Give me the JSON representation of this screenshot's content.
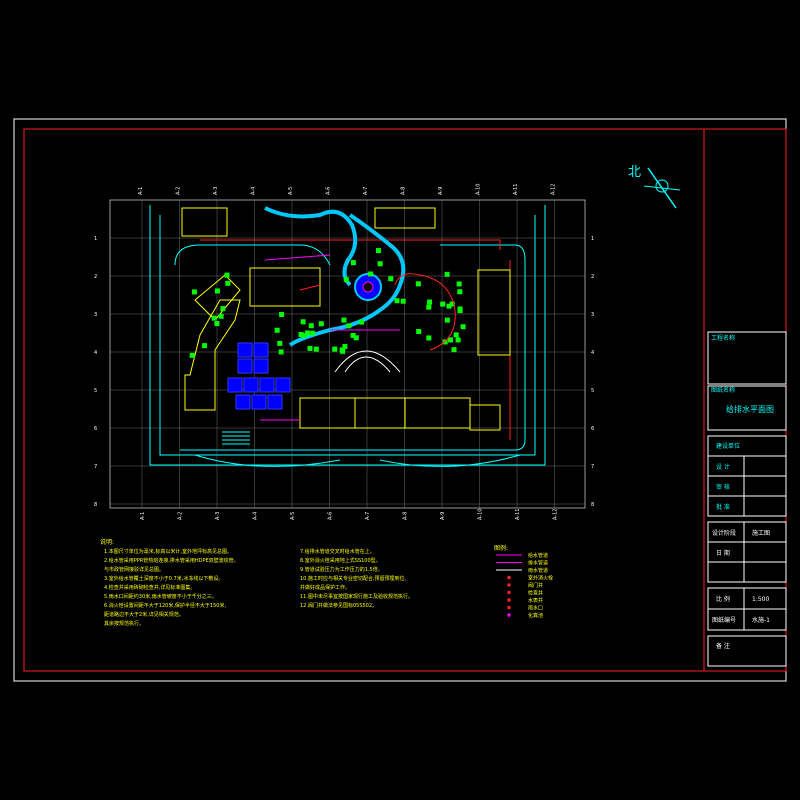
{
  "north_label": "北",
  "title_block": {
    "project_header": "工程名称",
    "drawing_header": "图纸名称",
    "drawing_name": "给排水平面图",
    "designer_unit": "建设单位",
    "stage_label": "施工图",
    "scale_value": "1:500",
    "drawing_no": "水施-1",
    "remarks_label": "备 注",
    "row_labels": [
      "设 计",
      "审 核",
      "批 准",
      "设计阶段",
      "日 期",
      "比 例",
      "图纸编号"
    ]
  },
  "notes": {
    "heading": "说明:",
    "left": [
      "1.本图尺寸单位为毫米,标高以米计,室外地坪标高见总图。",
      "2.给水管采用PPR管热熔连接,排水管采用HDPE双壁波纹管。",
      "  与市政管网接驳详见总图。",
      "3.室外给水管覆土深度不小于0.7米,冰冻线以下敷设。",
      "4.检查井采用砖砌检查井,详见标准图集。",
      "5.雨水口间距约30米,雨水管坡度不小于千分之三。",
      "6.消火栓设置间距不大于120米,保护半径不大于150米,",
      "  距道路边不大于2米,详见相关规范。",
      "  其余按规范执行。"
    ],
    "right": [
      "7.给排水管道交叉时给水管在上。",
      "8.室外消火栓采用地上式SS100型。",
      "9.管道试验压力为工作压力的1.5倍。",
      "10.施工时应与相关专业密切配合,预留预埋到位,",
      "   并做好成品保护工作。",
      "11.图中未尽事宜按国家现行施工及验收规范执行。",
      "12.阀门井做法参见国标05S502。"
    ]
  },
  "legend": {
    "heading": "图例:",
    "items": [
      {
        "label": "给水管道",
        "color": "#ff00ff",
        "kind": "line"
      },
      {
        "label": "排水管道",
        "color": "#ff00ff",
        "kind": "line"
      },
      {
        "label": "雨水管道",
        "color": "#ffffff",
        "kind": "line"
      },
      {
        "label": "室外消火栓",
        "color": "#ff2020",
        "kind": "dot"
      },
      {
        "label": "阀门井",
        "color": "#ff2020",
        "kind": "dot"
      },
      {
        "label": "检查井",
        "color": "#ff2020",
        "kind": "dot"
      },
      {
        "label": "水表井",
        "color": "#ff2020",
        "kind": "dot"
      },
      {
        "label": "雨水口",
        "color": "#ff2020",
        "kind": "dot"
      },
      {
        "label": "化粪池",
        "color": "#ff00ff",
        "kind": "dot"
      }
    ]
  },
  "axis_labels_top": [
    "A-1",
    "A-2",
    "A-3",
    "A-4",
    "A-5",
    "A-6",
    "A-7",
    "A-8",
    "A-9",
    "A-10",
    "A-11",
    "A-12"
  ],
  "axis_labels_side": [
    "1",
    "2",
    "3",
    "4",
    "5",
    "6",
    "7",
    "8"
  ],
  "colors": {
    "frame": "#ffffff",
    "inner_frame": "#ff2020",
    "grid": "#ffffff",
    "water": "#00c8ff",
    "building": "#ffff00",
    "planting": "#00ff00",
    "road": "#00ffff",
    "pipe": "#ff00ff",
    "pond": "#0000ff"
  }
}
